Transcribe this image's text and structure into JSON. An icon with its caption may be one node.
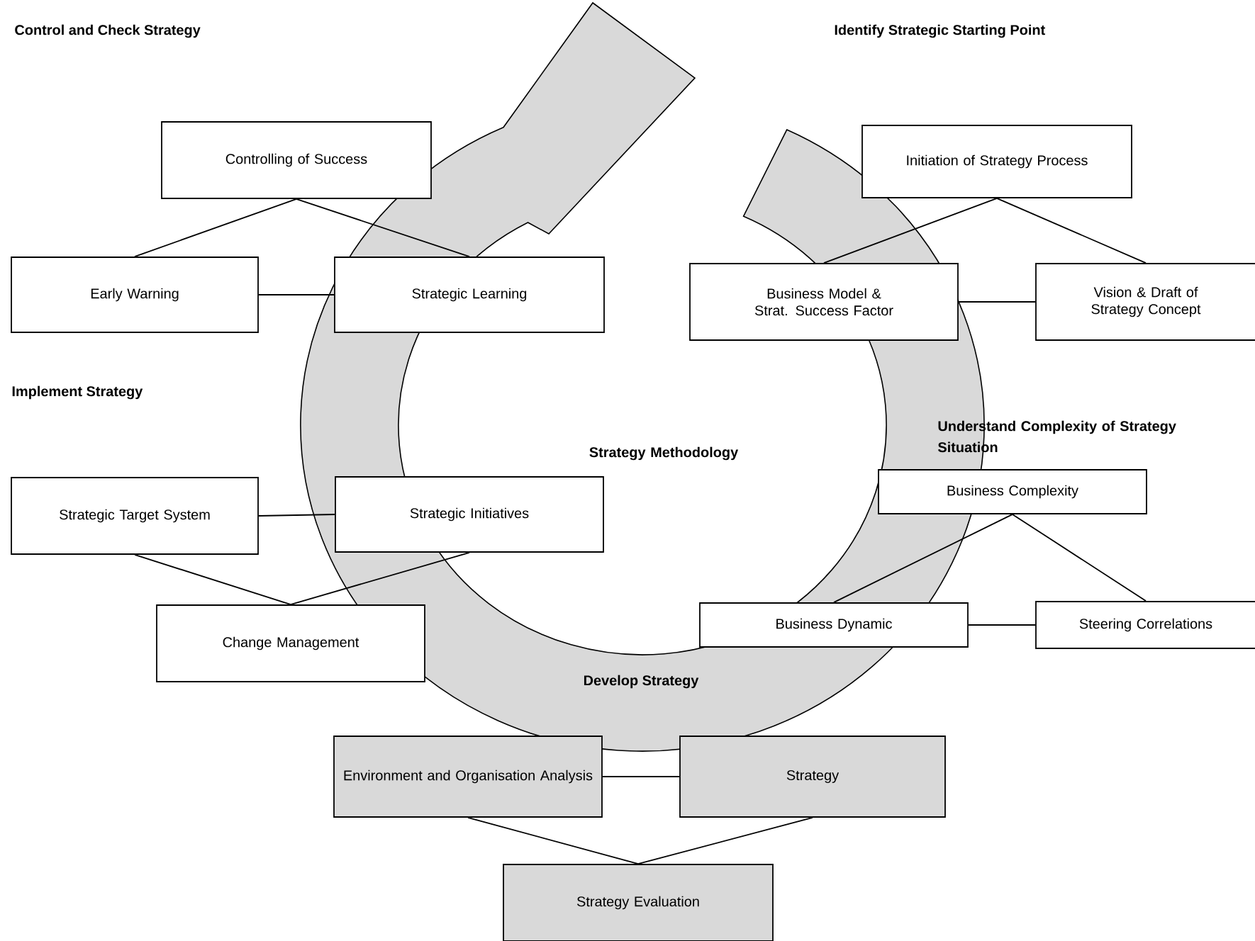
{
  "diagram": {
    "nodes": [
      {
        "text": [
          "Controlling of Success"
        ]
      },
      {
        "text": [
          "Early Warning"
        ]
      },
      {
        "text": [
          "Strategic Learning"
        ]
      },
      {
        "text": [
          "Initiation of Strategy Process"
        ]
      },
      {
        "text": [
          "Business Model & Strat. Success Factor"
        ]
      },
      {
        "text": [
          "Vision & Draft of Strategy Concept"
        ]
      },
      {
        "text": [
          "Strategic Target System"
        ]
      },
      {
        "text": [
          "Strategic Initiatives"
        ]
      },
      {
        "text": [
          "Change Management"
        ]
      },
      {
        "text": [
          "Business Complexity"
        ]
      },
      {
        "text": [
          "Business Dynamic"
        ]
      },
      {
        "text": [
          "Steering Correlations"
        ]
      },
      {
        "text": [
          "Environment and Organisation Analysis"
        ]
      },
      {
        "text": [
          "Strategy"
        ]
      },
      {
        "text": [
          "Strategy Evaluation"
        ]
      }
    ],
    "edges": [
      {
        "from": 0,
        "to": 1,
        "arrow": "none"
      },
      {
        "from": 0,
        "to": 2,
        "arrow": "none"
      },
      {
        "from": 1,
        "to": 2,
        "arrow": "none"
      },
      {
        "from": 3,
        "to": 4,
        "arrow": "none"
      },
      {
        "from": 3,
        "to": 5,
        "arrow": "none"
      },
      {
        "from": 4,
        "to": 5,
        "arrow": "none"
      },
      {
        "from": 6,
        "to": 7,
        "arrow": "none"
      },
      {
        "from": 6,
        "to": 8,
        "arrow": "none"
      },
      {
        "from": 7,
        "to": 8,
        "arrow": "none"
      },
      {
        "from": 9,
        "to": 10,
        "arrow": "none"
      },
      {
        "from": 9,
        "to": 11,
        "arrow": "none"
      },
      {
        "from": 10,
        "to": 11,
        "arrow": "none"
      },
      {
        "from": 12,
        "to": 13,
        "arrow": "none"
      },
      {
        "from": 12,
        "to": 14,
        "arrow": "none"
      },
      {
        "from": 13,
        "to": 14,
        "arrow": "none"
      }
    ],
    "labels": [
      "Control and Check Strategy",
      "Identify Strategic Starting Point",
      "Implement Strategy",
      "Strategy Methodology",
      "Understand Complexity of Strategy Situation",
      "Develop Strategy"
    ]
  }
}
